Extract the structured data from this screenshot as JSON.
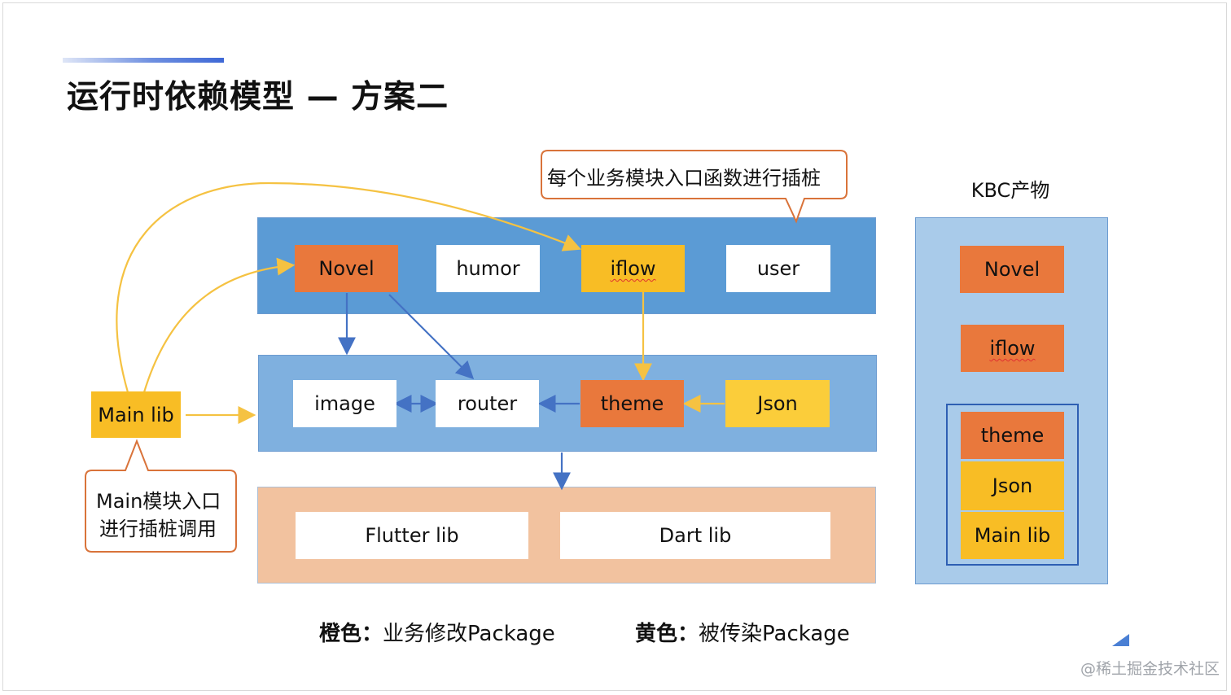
{
  "title": "运行时依赖模型 — 方案二",
  "callouts": {
    "stub_entry": "每个业务模块入口函数进行插桩",
    "main_stub_line1": "Main模块入口",
    "main_stub_line2": "进行插桩调用"
  },
  "business_layer": {
    "novel": "Novel",
    "humor": "humor",
    "iflow": "iflow",
    "user": "user"
  },
  "component_layer": {
    "image": "image",
    "router": "router",
    "theme": "theme",
    "json": "Json"
  },
  "base_layer": {
    "flutter": "Flutter lib",
    "dart": "Dart lib"
  },
  "main_lib": "Main lib",
  "kbc": {
    "label": "KBC产物",
    "items": [
      "Novel",
      "iflow",
      "theme",
      "Json",
      "Main lib"
    ]
  },
  "legend": {
    "orange_key": "橙色：",
    "orange_text": "业务修改Package",
    "yellow_key": "黄色：",
    "yellow_text": "被传染Package"
  },
  "watermark": "@稀土掘金技术社区",
  "colors": {
    "orange": "#e9783c",
    "yellow": "#f8bd25",
    "layer_blue": "#5b9bd5",
    "base_peach": "#f2c29f",
    "arrow_blue": "#4472c4",
    "arrow_yellow": "#f5c242",
    "callout_border": "#d9733a"
  }
}
